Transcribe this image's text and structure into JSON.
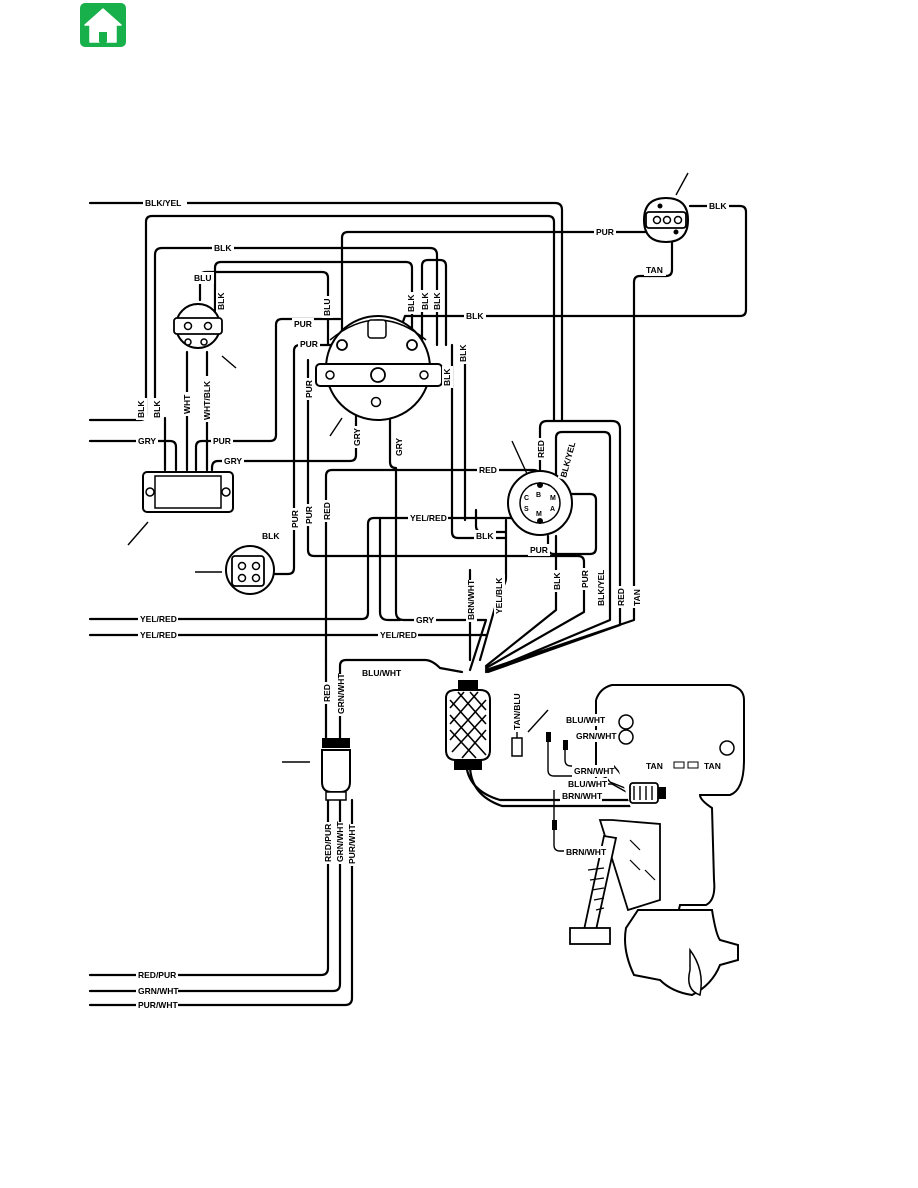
{
  "home_button": {
    "icon": "home-icon",
    "color": "#17b04b"
  },
  "labels": {
    "blk_yel_top": "BLK/YEL",
    "blk_top": "BLK",
    "pur_top": "PUR",
    "blk_stop": "BLK",
    "tan_stop": "TAN",
    "blu": "BLU",
    "blk_a": "BLK",
    "blu_v": "BLU",
    "blk_v1": "BLK",
    "blk_v2": "BLK",
    "blk_v3": "BLK",
    "blk_right": "BLK",
    "pur_1": "PUR",
    "pur_2": "PUR",
    "pur_v": "PUR",
    "blk_v4": "BLK",
    "blk_v5": "BLK",
    "blk_left_v": "BLK",
    "blk_left_v2": "BLK",
    "wht": "WHT",
    "wht_blk": "WHT/BLK",
    "gry_left": "GRY",
    "pur_left": "PUR",
    "gry_2": "GRY",
    "gry_v1": "GRY",
    "gry_v2": "GRY",
    "red_v_key": "RED",
    "blk_yel_key": "BLK/YEL",
    "red_h": "RED",
    "pur_v2": "PUR",
    "pur_v3": "PUR",
    "red_v2": "RED",
    "yel_red_mid": "YEL/RED",
    "blk_mid": "BLK",
    "blk_sw": "BLK",
    "pur_mid": "PUR",
    "brn_wht": "BRN/WHT",
    "yel_blk": "YEL/BLK",
    "blk_v6": "BLK",
    "pur_v4": "PUR",
    "blk_yel_v": "BLK/YEL",
    "red_v3": "RED",
    "tan_v": "TAN",
    "yel_red_1": "YEL/RED",
    "yel_red_2": "YEL/RED",
    "gry_3": "GRY",
    "yel_red_3": "YEL/RED",
    "blu_wht": "BLU/WHT",
    "red_v4": "RED",
    "grn_wht_v": "GRN/WHT",
    "tan_blu": "TAN/BLU",
    "blu_wht_eng": "BLU/WHT",
    "grn_wht_eng": "GRN/WHT",
    "grn_wht_eng2": "GRN/WHT",
    "tan_eng1": "TAN",
    "tan_eng2": "TAN",
    "blu_wht_eng2": "BLU/WHT",
    "brn_wht_eng": "BRN/WHT",
    "brn_wht_eng2": "BRN/WHT",
    "red_pur_v": "RED/PUR",
    "grn_wht_v2": "GRN/WHT",
    "pur_wht_v": "PUR/WHT",
    "red_pur_h": "RED/PUR",
    "grn_wht_h": "GRN/WHT",
    "pur_wht_h": "PUR/WHT"
  },
  "key_switch_terminals": {
    "b": "B",
    "c": "C",
    "m1": "M",
    "s": "S",
    "m2": "M",
    "a": "A"
  }
}
